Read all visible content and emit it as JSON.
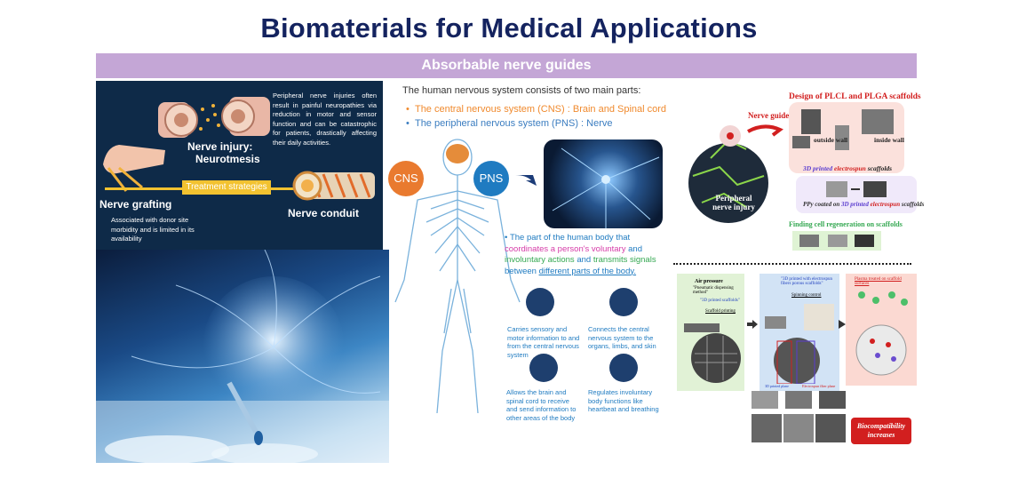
{
  "title": "Biomaterials for Medical Applications",
  "band": "Absorbable nerve guides",
  "left_panel": {
    "description": "Peripheral nerve injuries often result in painful neuropathies via reduction in motor and sensor function and can be catastrophic for patients, drastically affecting their daily activities.",
    "injury_title": "Nerve injury:",
    "injury_sub": "Neurotmesis",
    "strategy": "Treatment strategies",
    "grafting_title": "Nerve grafting",
    "grafting_text": "Associated with donor site morbidity and is limited in its availability",
    "conduit": "Nerve conduit"
  },
  "middle": {
    "intro": "The human nervous system consists of two main parts:",
    "cns_item": "The central nervous system (CNS) : Brain and Spinal cord",
    "pns_item": "The peripheral nervous system (PNS) : Nerve",
    "cns_label": "CNS",
    "pns_label": "PNS",
    "pns_desc_1": "The part of the human body that ",
    "pns_desc_2": "coordinates a person's voluntary",
    "pns_desc_3": " and ",
    "pns_desc_4": "involuntary actions",
    "pns_desc_5": " and ",
    "pns_desc_6": "transmits signals",
    "pns_desc_7": " between ",
    "pns_desc_8": "different parts of the body.",
    "f1": "Carries sensory and motor information to and from the central nervous system",
    "f2": "Connects the central nervous system to the organs, limbs, and skin",
    "f3": "Allows the brain and spinal cord to receive and send information to other areas of the body",
    "f4": "Regulates involuntary body functions like heartbeat and breathing"
  },
  "right": {
    "design_title": "Design of PLCL and PLGA scaffolds",
    "nerve_guide": "Nerve guide",
    "peripheral_injury": "Peripheral nerve injury",
    "outside_wall": "outside wall",
    "inside_wall": "inside wall",
    "printed_1": "3D printed",
    "electrospun_1": "electrospun",
    "scaffolds_1": "scaffolds",
    "ppy_line_1": "PPy coated on ",
    "printed_2": "3D printed",
    "electrospun_2": "electrospun",
    "scaffolds_2": "scaffolds",
    "regen": "Finding cell regeneration on scaffolds",
    "air_pressure": "Air pressure",
    "pneumatic": "\"Pneumatic dispensing method\"",
    "printed_scaffold": "\"3D printed scaffolds\"",
    "scaffold_printing": "Scaffold printing",
    "electrospun_step": "\"3D printed with electrospun fibers porous scaffolds\"",
    "spinning": "Spinning control",
    "plasma": "Plasma treated on scaffold surfaces",
    "printed_plane": "3D printed plane",
    "electrospun_plane": "Electrospun fiber plane",
    "bio": "Biocompatibility increases"
  },
  "colors": {
    "title": "#14235f",
    "band": "#c4a6d6",
    "cns": "#e97a2f",
    "pns": "#1f7bc1",
    "magenta": "#d63ca8",
    "green": "#35a852",
    "red_label": "#d21f1f"
  }
}
